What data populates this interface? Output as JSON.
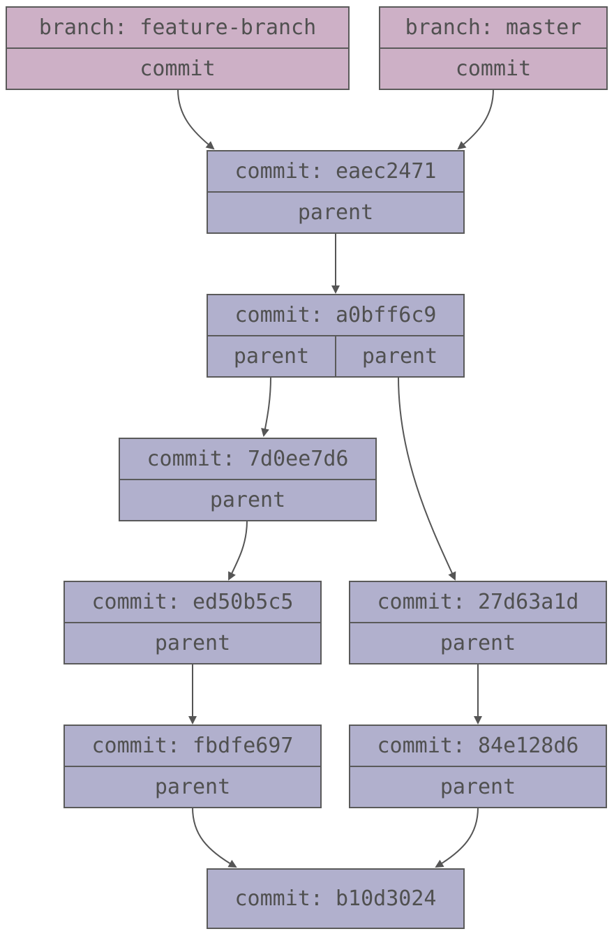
{
  "colors": {
    "branch_fill": "#cdb0c6",
    "commit_fill": "#b1b0cd",
    "border": "#5a5a5a",
    "text": "#505050",
    "edge": "#555555"
  },
  "branches": [
    {
      "id": "feature",
      "title": "branch: feature-branch",
      "field": "commit"
    },
    {
      "id": "master",
      "title": "branch: master",
      "field": "commit"
    }
  ],
  "commits": [
    {
      "id": "eaec2471",
      "title": "commit: eaec2471",
      "fields": [
        "parent"
      ]
    },
    {
      "id": "a0bff6c9",
      "title": "commit: a0bff6c9",
      "fields": [
        "parent",
        "parent"
      ]
    },
    {
      "id": "7d0ee7d6",
      "title": "commit: 7d0ee7d6",
      "fields": [
        "parent"
      ]
    },
    {
      "id": "ed50b5c5",
      "title": "commit: ed50b5c5",
      "fields": [
        "parent"
      ]
    },
    {
      "id": "27d63a1d",
      "title": "commit: 27d63a1d",
      "fields": [
        "parent"
      ]
    },
    {
      "id": "fbdfe697",
      "title": "commit: fbdfe697",
      "fields": [
        "parent"
      ]
    },
    {
      "id": "84e128d6",
      "title": "commit: 84e128d6",
      "fields": [
        "parent"
      ]
    },
    {
      "id": "b10d3024",
      "title": "commit: b10d3024",
      "fields": []
    }
  ],
  "edges": [
    {
      "from": "feature",
      "to": "eaec2471"
    },
    {
      "from": "master",
      "to": "eaec2471"
    },
    {
      "from": "eaec2471",
      "to": "a0bff6c9"
    },
    {
      "from": "a0bff6c9",
      "to": "7d0ee7d6"
    },
    {
      "from": "a0bff6c9",
      "to": "27d63a1d"
    },
    {
      "from": "7d0ee7d6",
      "to": "ed50b5c5"
    },
    {
      "from": "ed50b5c5",
      "to": "fbdfe697"
    },
    {
      "from": "27d63a1d",
      "to": "84e128d6"
    },
    {
      "from": "fbdfe697",
      "to": "b10d3024"
    },
    {
      "from": "84e128d6",
      "to": "b10d3024"
    }
  ]
}
